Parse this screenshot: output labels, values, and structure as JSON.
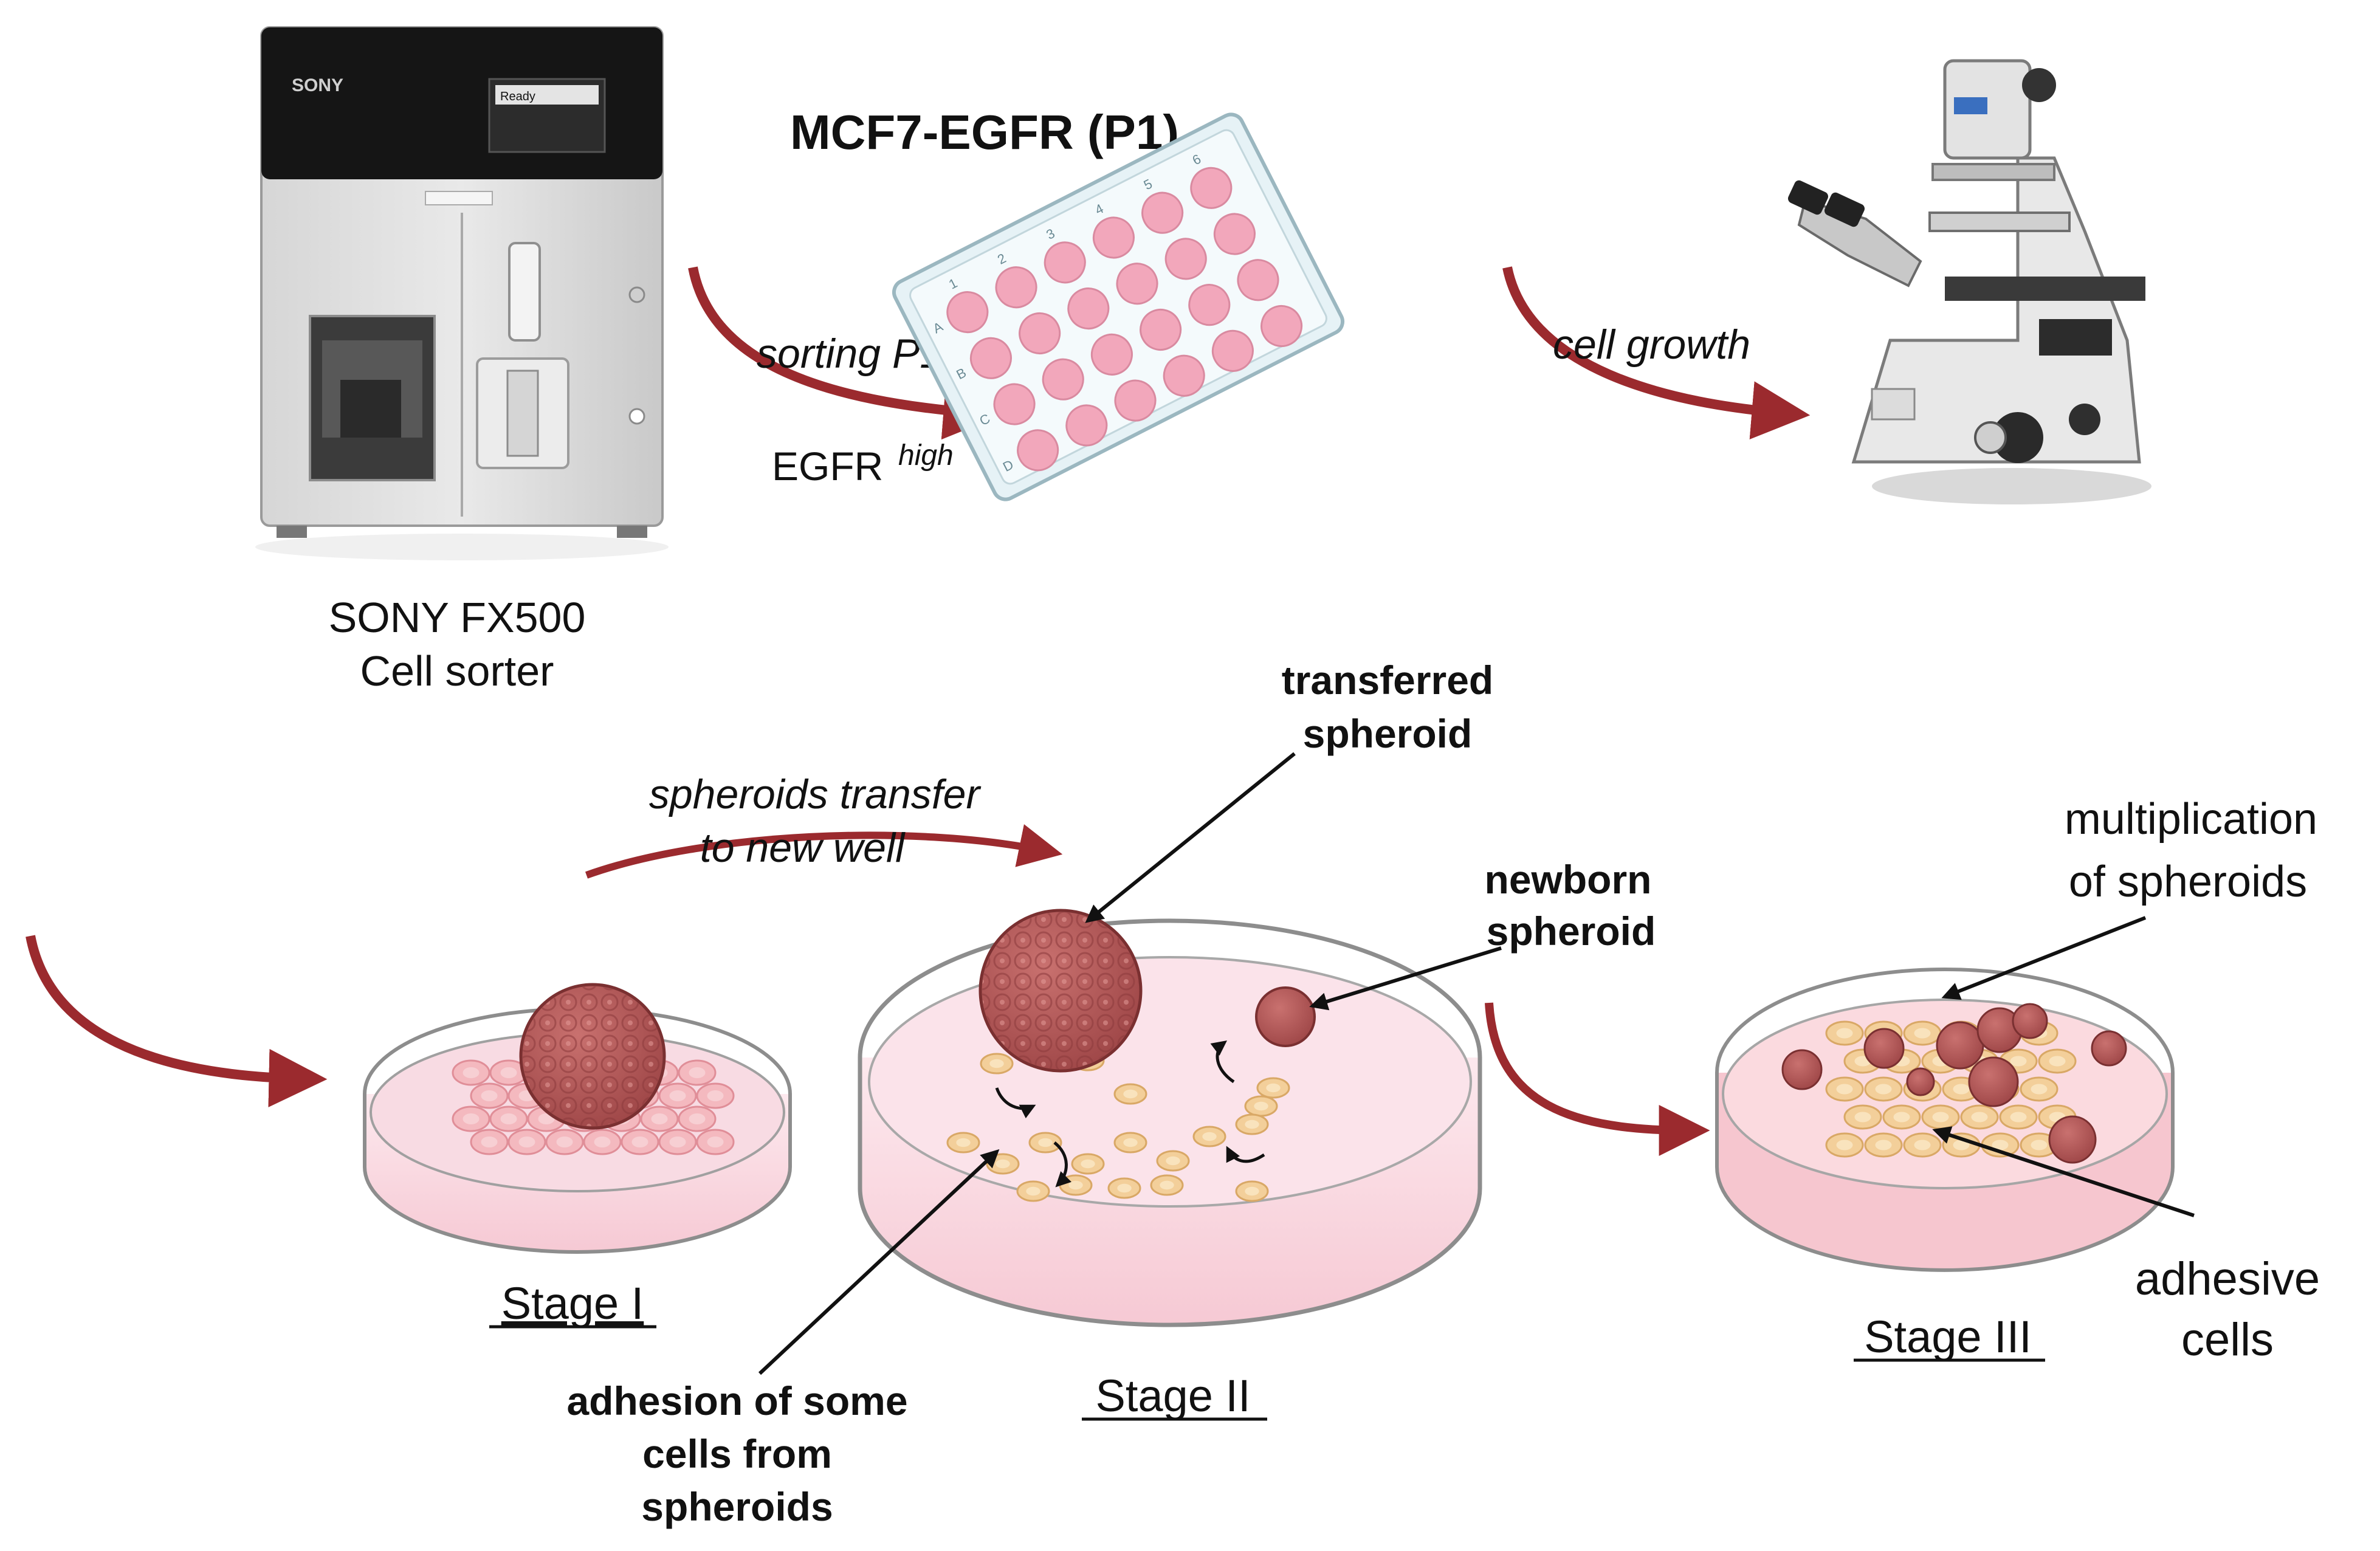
{
  "sorter": {
    "brand": "SONY",
    "screen_status": "Ready",
    "caption_line1": "SONY FX500",
    "caption_line2": "Cell sorter"
  },
  "plate": {
    "title": "MCF7-EGFR (P1)",
    "column_labels": [
      "1",
      "2",
      "3",
      "4",
      "5",
      "6"
    ],
    "row_labels": [
      "A",
      "B",
      "C",
      "D"
    ]
  },
  "arrows": {
    "sorting": "sorting P1",
    "egfr": "EGFR",
    "egfr_superscript": "high",
    "growth": "cell growth",
    "transfer_line1": "spheroids transfer",
    "transfer_line2": "to new well"
  },
  "labels": {
    "transferred_line1": "transferred",
    "transferred_line2": "spheroid",
    "newborn_line1": "newborn",
    "newborn_line2": "spheroid",
    "multiplication_line1": "multiplication",
    "multiplication_line2": "of spheroids",
    "adhesive_line1": "adhesive",
    "adhesive_line2": "cells",
    "adhesion_line1": "adhesion of some",
    "adhesion_line2": "cells from",
    "adhesion_line3": "spheroids"
  },
  "stages": {
    "stage1": "Stage I",
    "stage2": "Stage II",
    "stage3": "Stage III"
  },
  "colors": {
    "arrow": "#9b2a2e",
    "spheroid": "#b5575a",
    "well_pink": "#f2a7bb",
    "adhesive_cell": "#f3cf9a",
    "medium_pink": "#f9d6df"
  }
}
